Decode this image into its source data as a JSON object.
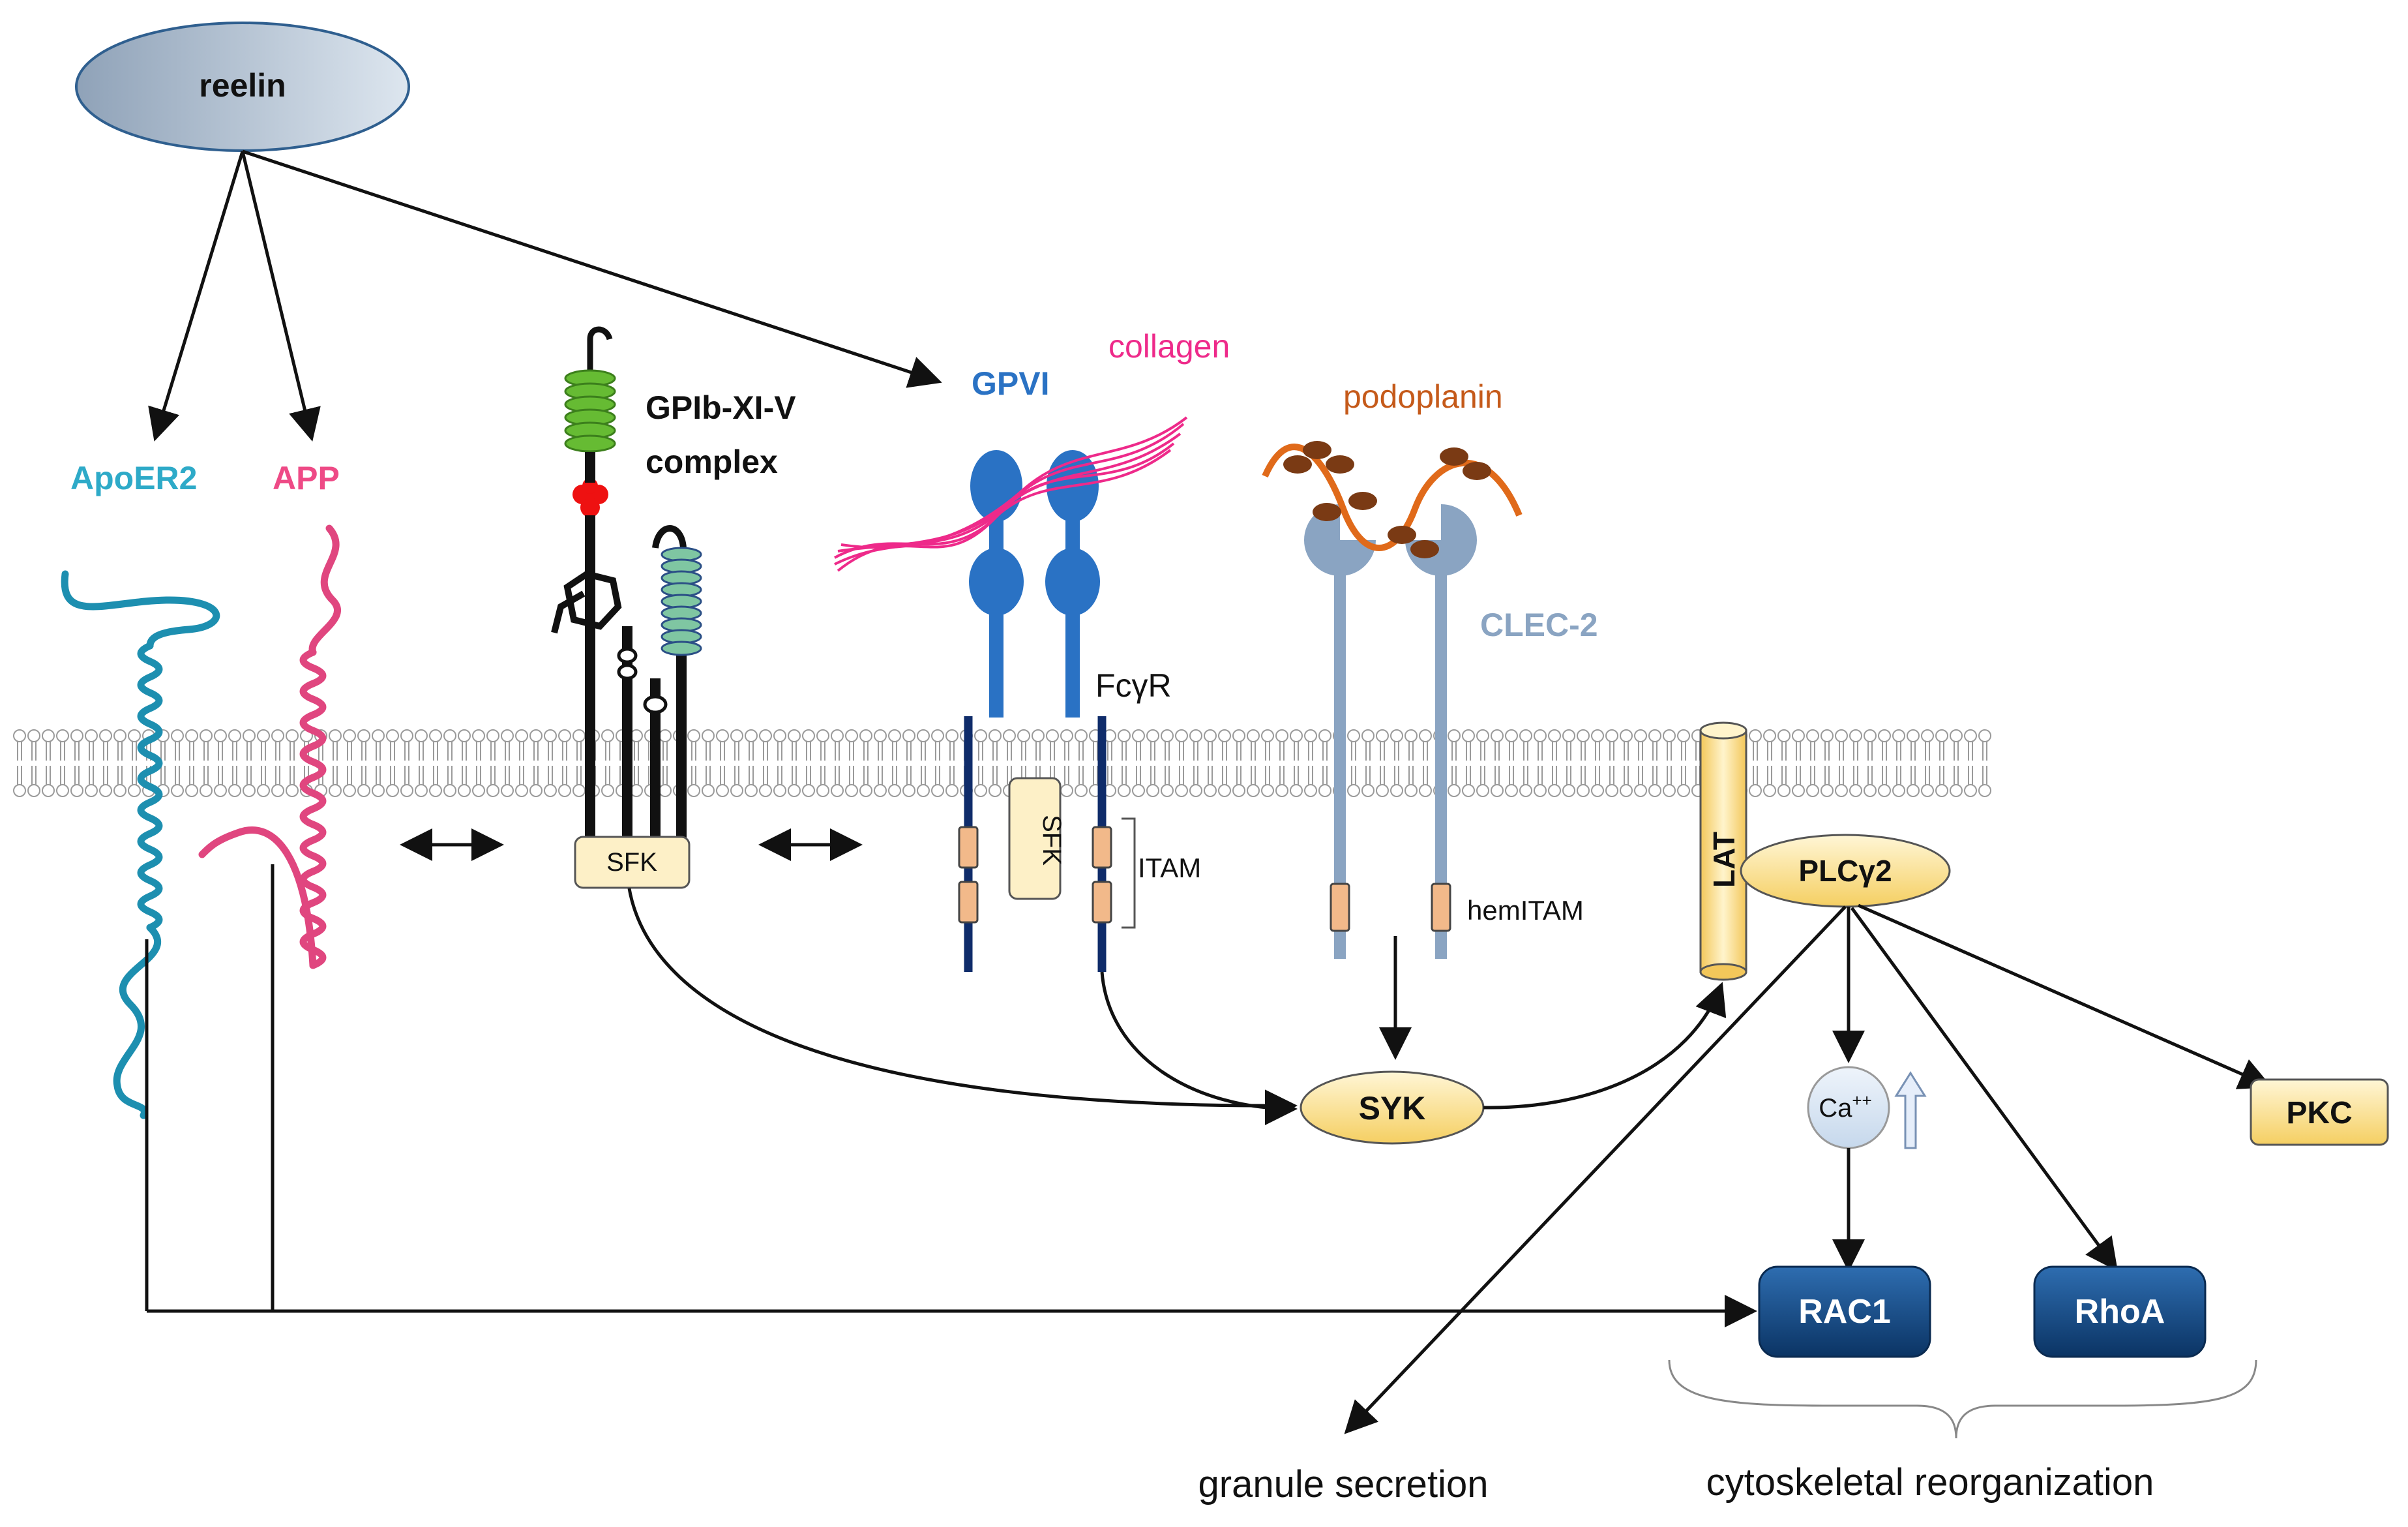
{
  "labels": {
    "reelin": "reelin",
    "apoer2": "ApoER2",
    "app": "APP",
    "gpib_line1": "GPIb-XI-V",
    "gpib_line2": "complex",
    "gpvi": "GPVI",
    "collagen": "collagen",
    "podoplanin": "podoplanin",
    "clec2": "CLEC-2",
    "fcgr": "FcγR",
    "sfk_gpib": "SFK",
    "sfk_gpvi": "SFK",
    "itam": "ITAM",
    "hemitam": "hemITAM",
    "lat": "LAT",
    "plcg2": "PLCγ2",
    "syk": "SYK",
    "ca": "Ca",
    "ca_sup": "++",
    "pkc": "PKC",
    "rac1": "RAC1",
    "rhoa": "RhoA",
    "granule_secretion": "granule secretion",
    "cytoskeletal": "cytoskeletal reorganization"
  },
  "colors": {
    "apoer2": "#2eaac8",
    "app": "#ee4a86",
    "gpvi": "#2a72c4",
    "collagen": "#ee2a8a",
    "podoplanin": "#c55a1a",
    "clec2": "#8aa4c2",
    "gpib": "#111111",
    "gpib_green": "#66bb33",
    "gpib_red": "#ee1111",
    "node_yellow": "#fbe3a0",
    "node_blue": "#0e3f78",
    "reelin_fill": "#a9b9cb"
  }
}
